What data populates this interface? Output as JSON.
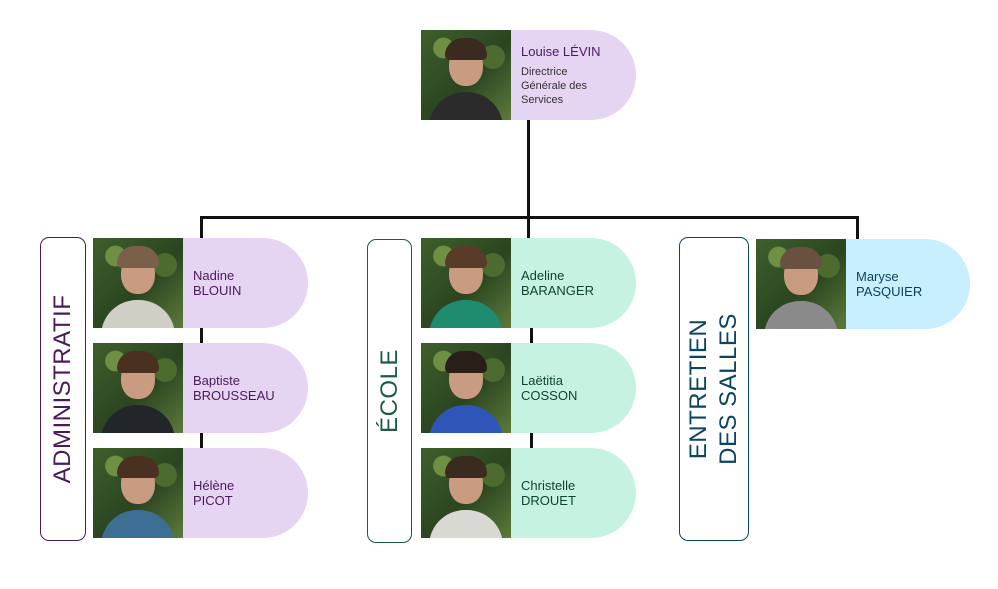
{
  "director": {
    "first": "Louise LÉVIN",
    "role_lines": [
      "Directrice",
      "Générale des",
      "Services"
    ]
  },
  "departments": {
    "administratif": {
      "label": "ADMINISTRATIF",
      "members": [
        {
          "first": "Nadine",
          "last": "BLOUIN"
        },
        {
          "first": "Baptiste",
          "last": "BROUSSEAU"
        },
        {
          "first": "Hélène",
          "last": "PICOT"
        }
      ]
    },
    "ecole": {
      "label": "ÉCOLE",
      "members": [
        {
          "first": "Adeline",
          "last": "BARANGER"
        },
        {
          "first": "Laëtitia",
          "last": "COSSON"
        },
        {
          "first": "Christelle",
          "last": "DROUET"
        }
      ]
    },
    "entretien": {
      "label_lines": [
        "ENTRETIEN",
        "DES SALLES"
      ],
      "members": [
        {
          "first": "Maryse",
          "last": "PASQUIER"
        }
      ]
    }
  },
  "colors": {
    "purple_bg": "#e5d5f3",
    "purple_text": "#4a1a5c",
    "green_bg": "#c6f2e2",
    "green_text": "#0f4433",
    "blue_bg": "#c8efff",
    "blue_text": "#0b3f5a",
    "purple_border": "#4a1a5c",
    "green_border": "#1f5a48",
    "blue_border": "#0b4560"
  },
  "icons": {
    "photo": "person-photo-icon"
  }
}
